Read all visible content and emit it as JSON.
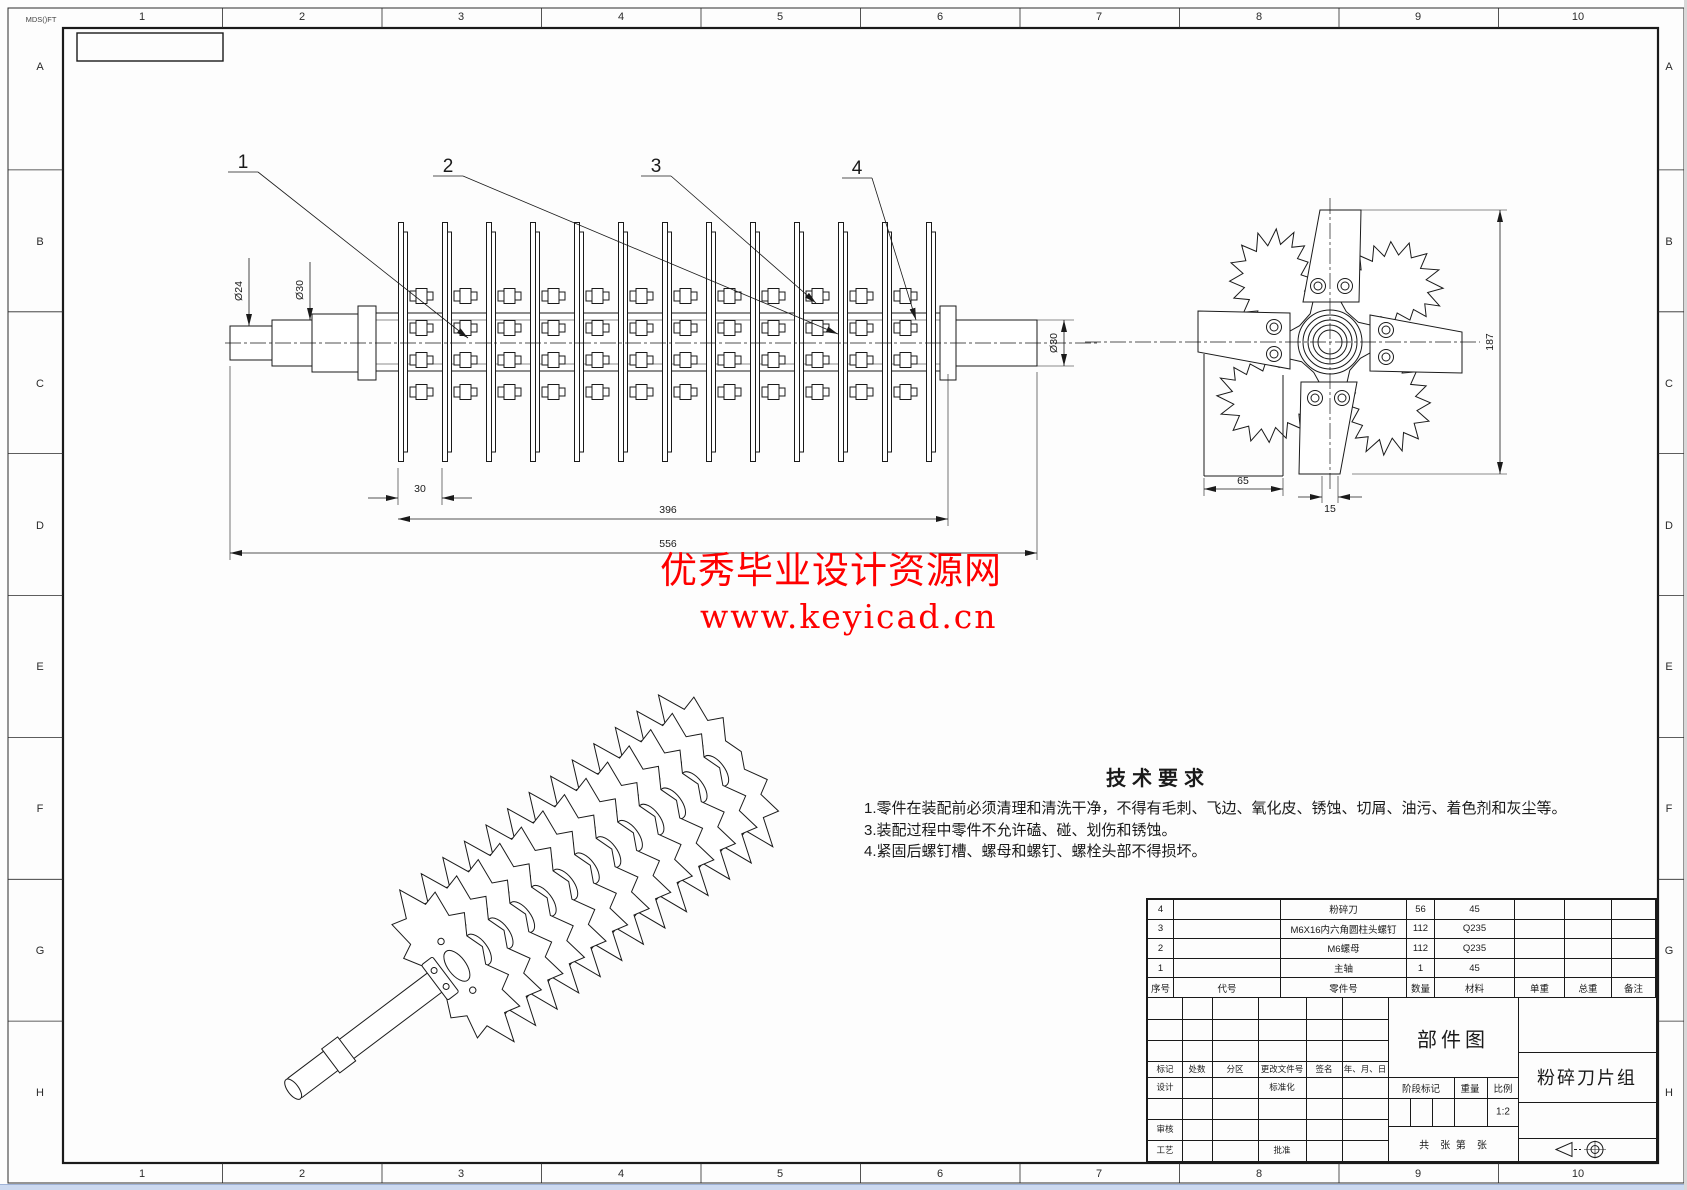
{
  "sheet": {
    "corner_code": "MDS()FT",
    "grid_cols": [
      "1",
      "2",
      "3",
      "4",
      "5",
      "6",
      "7",
      "8",
      "9",
      "10"
    ],
    "grid_rows": [
      "A",
      "B",
      "C",
      "D",
      "E",
      "F",
      "G",
      "H"
    ]
  },
  "watermark": {
    "line1": "优秀毕业设计资源网",
    "line2": "www.keyicad.cn",
    "color": "#fe0000"
  },
  "callouts": {
    "c1": "1",
    "c2": "2",
    "c3": "3",
    "c4": "4"
  },
  "dimensions": {
    "dia24": "Ø24",
    "dia30_left": "Ø30",
    "dia30_right": "Ø30",
    "pitch": "30",
    "span": "396",
    "total": "556",
    "height": "187",
    "w65": "65",
    "w15": "15"
  },
  "tech_requirements": {
    "title": "技术要求",
    "items": [
      "1.零件在装配前必须清理和清洗干净，不得有毛刺、飞边、氧化皮、锈蚀、切屑、油污、着色剂和灰尘等。",
      "3.装配过程中零件不允许磕、碰、划伤和锈蚀。",
      "4.紧固后螺钉槽、螺母和螺钉、螺栓头部不得损坏。"
    ]
  },
  "bom": {
    "headers": [
      "序号",
      "代号",
      "零件号",
      "数量",
      "材料",
      "单重",
      "总重",
      "备注"
    ],
    "rows": [
      [
        "4",
        "",
        "粉碎刀",
        "56",
        "45",
        "",
        "",
        ""
      ],
      [
        "3",
        "",
        "M6X16内六角圆柱头螺钉",
        "112",
        "Q235",
        "",
        "",
        ""
      ],
      [
        "2",
        "",
        "M6螺母",
        "112",
        "Q235",
        "",
        "",
        ""
      ],
      [
        "1",
        "",
        "主轴",
        "1",
        "45",
        "",
        "",
        ""
      ]
    ]
  },
  "title_block": {
    "doc_type": "部件图",
    "drawing_title": "粉碎刀片组",
    "scale_value": "1:2",
    "labels": {
      "mark": "标记",
      "count": "处数",
      "zone": "分区",
      "change_no": "更改文件号",
      "sign": "签名",
      "date": "年、月、日",
      "design": "设计",
      "standardize": "标准化",
      "review": "审核",
      "process": "工艺",
      "approve": "批准",
      "stage_mark": "阶段标记",
      "weight": "重量",
      "scale": "比例",
      "sheets": "共    张  第    张"
    }
  }
}
